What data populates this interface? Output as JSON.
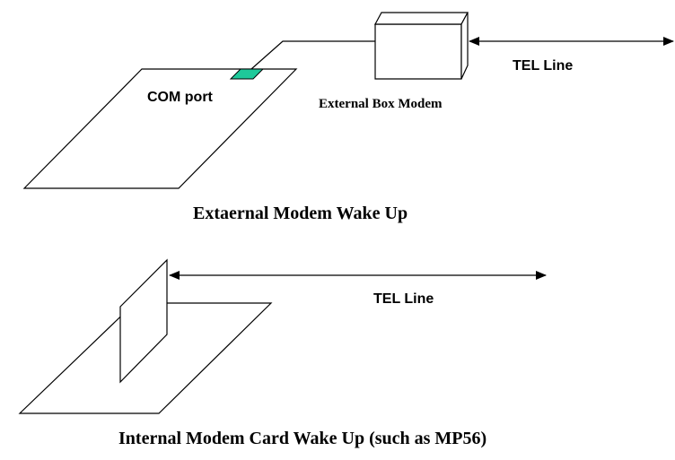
{
  "top": {
    "com_port_label": "COM port",
    "modem_label": "External Box Modem",
    "tel_line_label": "TEL Line",
    "caption": "Extaernal Modem Wake Up"
  },
  "bottom": {
    "tel_line_label": "TEL Line",
    "caption": "Internal Modem Card Wake Up (such as MP56)"
  },
  "colors": {
    "com_port": "#1ec99a",
    "line": "#000000",
    "background": "#ffffff"
  }
}
